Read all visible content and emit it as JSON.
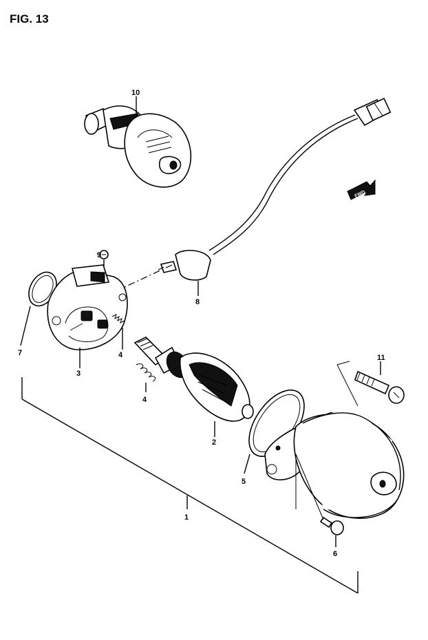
{
  "figure": {
    "title": "FIG. 13"
  },
  "callouts": {
    "c1": "1",
    "c2": "2",
    "c3": "3",
    "c4a": "4",
    "c4b": "4",
    "c5": "5",
    "c6": "6",
    "c7": "7",
    "c8": "8",
    "c9": "9",
    "c10": "10",
    "c11": "11"
  },
  "fwd_marker": {
    "label": "FWD",
    "icon": "forward-arrow-icon"
  },
  "colors": {
    "ink": "#000000",
    "paper": "#ffffff"
  }
}
